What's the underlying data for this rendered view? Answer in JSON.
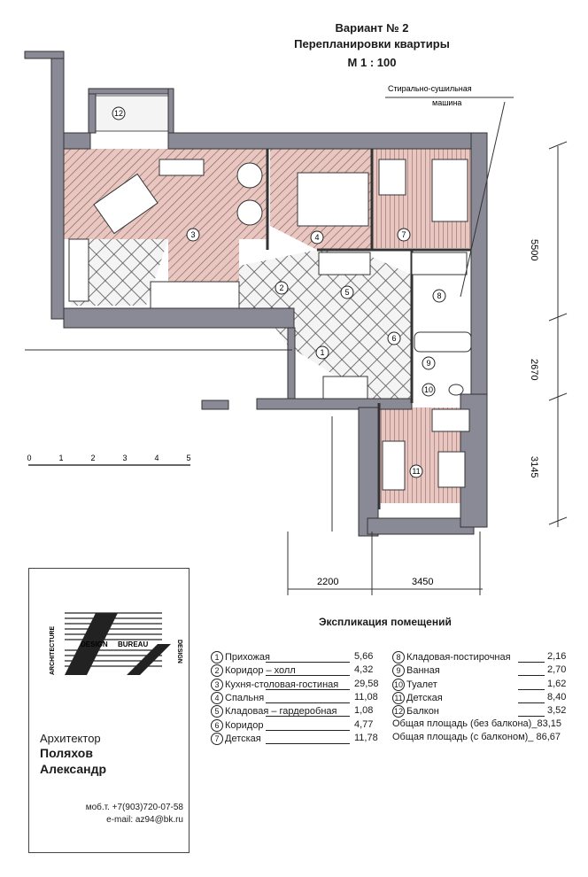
{
  "header": {
    "variant": "Вариант № 2",
    "title": "Перепланировки квартиры",
    "scale": "М 1 : 100"
  },
  "plan": {
    "washer_note_line1": "Стирально-сушильная",
    "washer_note_line2": "машина",
    "room_numbers": [
      "1",
      "2",
      "3",
      "4",
      "5",
      "6",
      "7",
      "8",
      "9",
      "10",
      "11",
      "12"
    ],
    "dimensions": {
      "right_top": "5500",
      "right_mid": "2670",
      "right_bottom": "3145",
      "bottom_left": "2200",
      "bottom_right": "3450"
    },
    "scale_bar_ticks": [
      "0",
      "1",
      "2",
      "3",
      "4",
      "5"
    ],
    "colors": {
      "wall": "#8a8a96",
      "room_fill": "#e9c7c0",
      "hatch": "#7a5a5a",
      "tile": "#f4f4f4"
    }
  },
  "card": {
    "logo_left": "ARCHITECTURE",
    "logo_band1": "DESIGN",
    "logo_band2": "BUREAU",
    "logo_right": "DESIGN",
    "architect_label": "Архитектор",
    "name_line1": "Поляхов",
    "name_line2": "Александр",
    "phone": "моб.т. +7(903)720-07-58",
    "email": "e-mail: az94@bk.ru"
  },
  "explication": {
    "title": "Экспликация помещений",
    "left": [
      {
        "n": "1",
        "name": "Прихожая",
        "area": "5,66"
      },
      {
        "n": "2",
        "name": "Коридор – холл",
        "area": "4,32"
      },
      {
        "n": "3",
        "name": "Кухня-столовая-гостиная",
        "area": "29,58"
      },
      {
        "n": "4",
        "name": "Спальня",
        "area": "11,08"
      },
      {
        "n": "5",
        "name": "Кладовая – гардеробная",
        "area": "1,08"
      },
      {
        "n": "6",
        "name": "Коридор",
        "area": "4,77"
      },
      {
        "n": "7",
        "name": "Детская",
        "area": "11,78"
      }
    ],
    "right": [
      {
        "n": "8",
        "name": "Кладовая-постирочная",
        "area": "2,16"
      },
      {
        "n": "9",
        "name": "Ванная",
        "area": "2,70"
      },
      {
        "n": "10",
        "name": "Туалет",
        "area": "1,62"
      },
      {
        "n": "11",
        "name": "Детская",
        "area": "8,40"
      },
      {
        "n": "12",
        "name": "Балкон",
        "area": "3,52"
      }
    ],
    "total_without_balcony": "Общая площадь (без балкона)_83,15",
    "total_with_balcony": "Общая площадь (с балконом)_ 86,67"
  }
}
